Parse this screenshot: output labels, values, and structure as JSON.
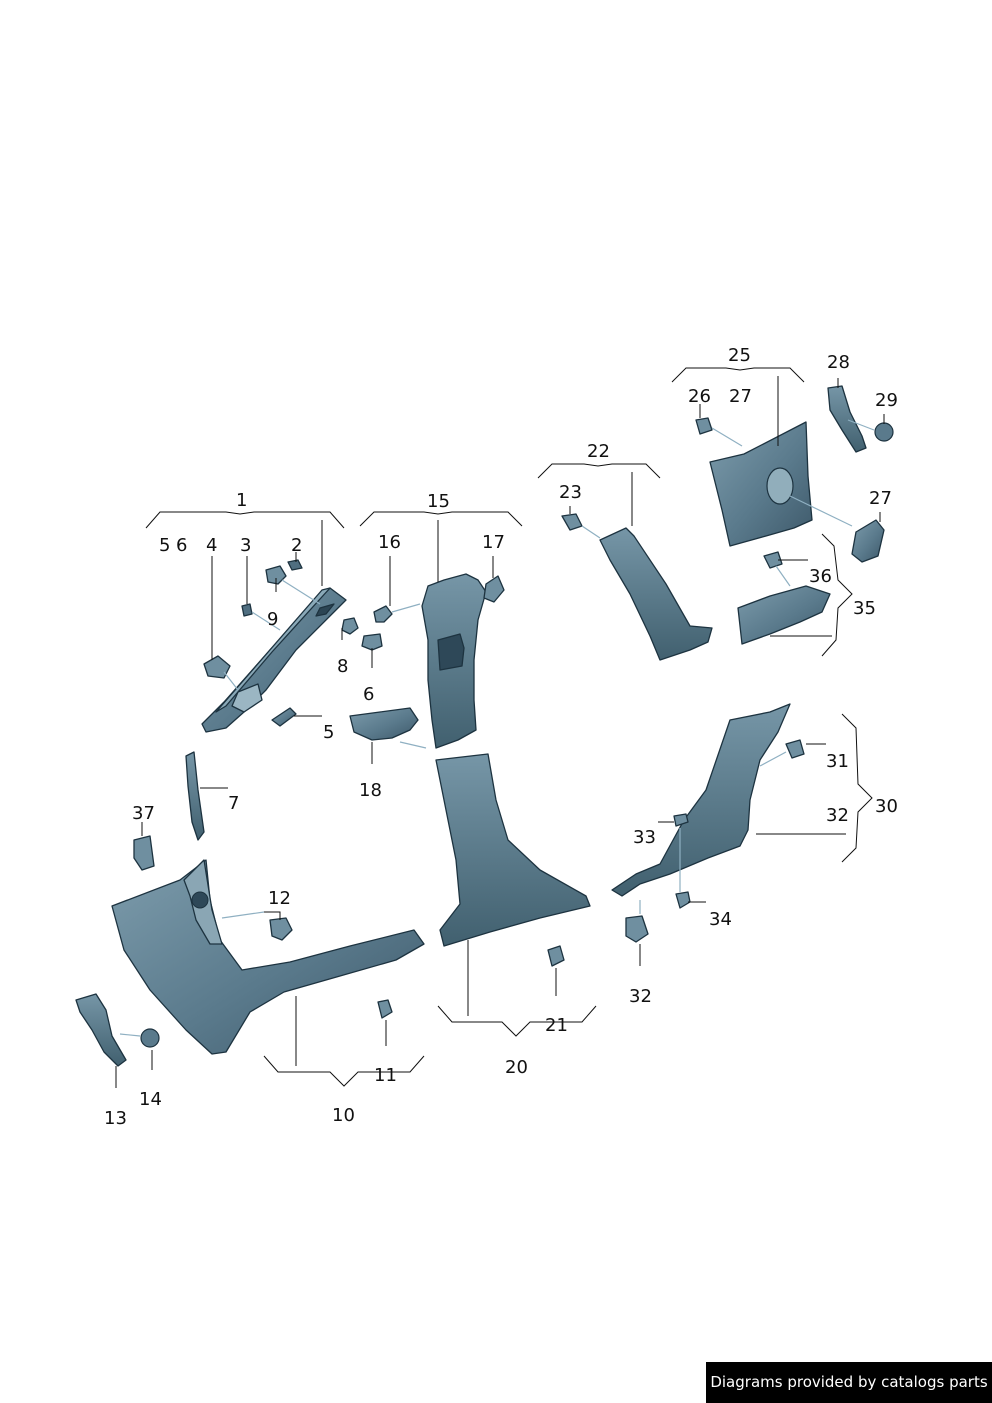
{
  "credit": "Diagrams provided by catalogs parts",
  "colors": {
    "part_light": "#6f8fa0",
    "part_mid": "#4f6e80",
    "part_dark": "#3a5566",
    "outline": "#1d3340",
    "background": "#ffffff"
  },
  "callouts": [
    {
      "id": "c1",
      "text": "1"
    },
    {
      "id": "c5a",
      "text": "5"
    },
    {
      "id": "c6a",
      "text": "6"
    },
    {
      "id": "c4",
      "text": "4"
    },
    {
      "id": "c3",
      "text": "3"
    },
    {
      "id": "c2",
      "text": "2"
    },
    {
      "id": "c9",
      "text": "9"
    },
    {
      "id": "c8",
      "text": "8"
    },
    {
      "id": "c6b",
      "text": "6"
    },
    {
      "id": "c5b",
      "text": "5"
    },
    {
      "id": "c7",
      "text": "7"
    },
    {
      "id": "c15",
      "text": "15"
    },
    {
      "id": "c16",
      "text": "16"
    },
    {
      "id": "c17",
      "text": "17"
    },
    {
      "id": "c18",
      "text": "18"
    },
    {
      "id": "c22",
      "text": "22"
    },
    {
      "id": "c23",
      "text": "23"
    },
    {
      "id": "c25",
      "text": "25"
    },
    {
      "id": "c26",
      "text": "26"
    },
    {
      "id": "c27a",
      "text": "27"
    },
    {
      "id": "c28",
      "text": "28"
    },
    {
      "id": "c29",
      "text": "29"
    },
    {
      "id": "c27b",
      "text": "27"
    },
    {
      "id": "c36",
      "text": "36"
    },
    {
      "id": "c35",
      "text": "35"
    },
    {
      "id": "c37",
      "text": "37"
    },
    {
      "id": "c12",
      "text": "12"
    },
    {
      "id": "c13",
      "text": "13"
    },
    {
      "id": "c14",
      "text": "14"
    },
    {
      "id": "c11",
      "text": "11"
    },
    {
      "id": "c10",
      "text": "10"
    },
    {
      "id": "c20",
      "text": "20"
    },
    {
      "id": "c21",
      "text": "21"
    },
    {
      "id": "c31",
      "text": "31"
    },
    {
      "id": "c32a",
      "text": "32"
    },
    {
      "id": "c30",
      "text": "30"
    },
    {
      "id": "c33",
      "text": "33"
    },
    {
      "id": "c34",
      "text": "34"
    },
    {
      "id": "c32b",
      "text": "32"
    }
  ]
}
